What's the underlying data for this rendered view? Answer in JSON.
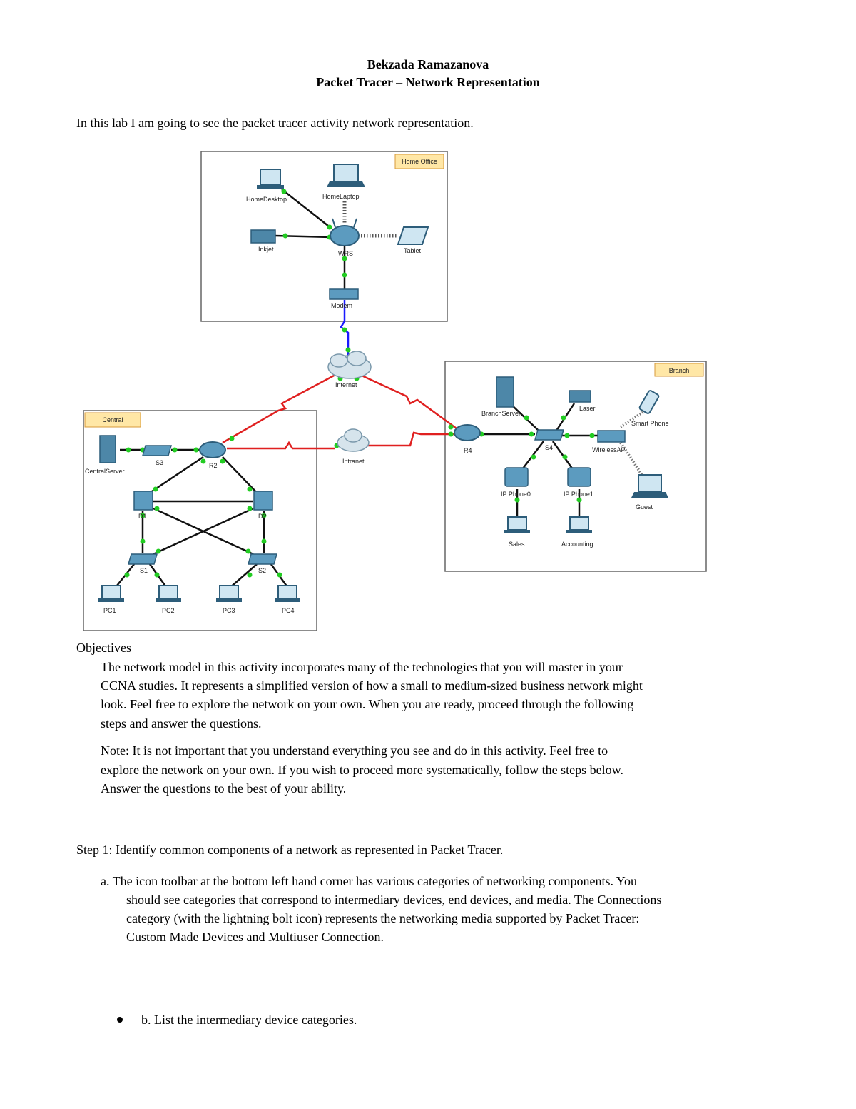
{
  "header": {
    "author": "Bekzada Ramazanova",
    "title": "Packet Tracer – Network Representation"
  },
  "intro": "In this lab I am going to see the packet tracer activity network representation.",
  "diagram": {
    "areas": {
      "home_office": "Home Office",
      "branch": "Branch",
      "central": "Central"
    },
    "labels": {
      "home_desktop": "HomeDesktop",
      "home_laptop": "HomeLaptop",
      "inkjet": "Inkjet",
      "wrs": "WRS",
      "tablet": "Tablet",
      "modem": "Modem",
      "internet": "Internet",
      "intranet": "Intranet",
      "branch_server": "BranchServer",
      "laser": "Laser",
      "smart_phone": "Smart Phone",
      "r4": "R4",
      "s4": "S4",
      "wireless_ap": "WirelessAP",
      "ip_phone0": "IP Phone0",
      "ip_phone1": "IP Phone1",
      "guest": "Guest",
      "sales": "Sales",
      "accounting": "Accounting",
      "central_server": "CentralServer",
      "s3": "S3",
      "r2": "R2",
      "d1": "D1",
      "d2": "D2",
      "s1": "S1",
      "s2": "S2",
      "pc1": "PC1",
      "pc2": "PC2",
      "pc3": "PC3",
      "pc4": "PC4"
    },
    "colors": {
      "wan_link": "#e02020",
      "cable_link": "#1a1aff",
      "copper_link": "#111111",
      "port_up": "#22cc22",
      "area_label_bg": "#ffe7a6",
      "area_label_border": "#d79a3a"
    }
  },
  "objectives": {
    "heading": "Objectives",
    "lines": [
      "The network model in this activity incorporates many of the technologies that you will master in your",
      "CCNA  studies. It represents a simplified version of how a small to medium-sized business network might",
      "look. Feel  free to explore the network on your own. When you are ready, proceed through the following",
      "steps and  answer the questions."
    ],
    "note_lines": [
      "Note: It is not important that you understand everything you see and do in this activity. Feel free to",
      "explore  the network on your own. If you wish to proceed more systematically, follow the steps below.",
      "Answer the  questions to the best of your ability."
    ]
  },
  "step1": {
    "heading": "Step 1: Identify common components of a network as represented in Packet Tracer.",
    "a_lines": [
      "a. The icon toolbar at the bottom left hand corner has various categories of networking components. You",
      "should see categories that correspond to intermediary devices, end devices, and media. The Connections",
      "category (with the lightning bolt icon) represents the networking media supported by Packet Tracer:",
      "Custom Made Devices and Multiuser Connection."
    ],
    "b": "b. List the intermediary device categories."
  }
}
